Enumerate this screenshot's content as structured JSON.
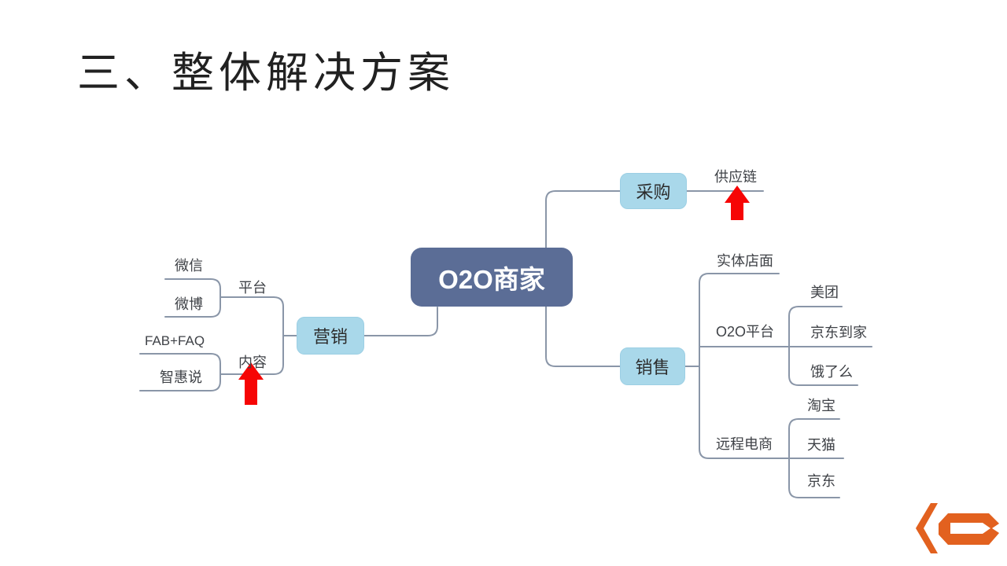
{
  "slide": {
    "title": "三、整体解决方案"
  },
  "mindmap": {
    "root": "O2O商家",
    "procurement": {
      "label": "采购",
      "supply_chain": "供应链"
    },
    "marketing": {
      "label": "营销",
      "platform": {
        "label": "平台",
        "wechat": "微信",
        "weibo": "微博"
      },
      "content": {
        "label": "内容",
        "fab_faq": "FAB+FAQ",
        "zhihuishuo": "智惠说"
      }
    },
    "sales": {
      "label": "销售",
      "physical_store": "实体店面",
      "o2o_platform": {
        "label": "O2O平台",
        "meituan": "美团",
        "jd_daojia": "京东到家",
        "eleme": "饿了么"
      },
      "remote_ecommerce": {
        "label": "远程电商",
        "taobao": "淘宝",
        "tmall": "天猫",
        "jd": "京东"
      }
    }
  },
  "colors": {
    "root_box": "#5b6d96",
    "child_box": "#a9d8ea",
    "connector": "#8a96a8",
    "arrow_red": "#f60505",
    "logo_orange": "#e2611f",
    "title_text": "#212121",
    "label_text": "#3f4247"
  }
}
